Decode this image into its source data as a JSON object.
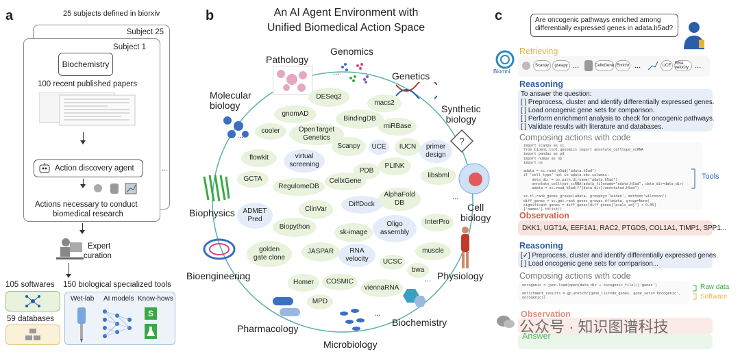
{
  "panel_a": {
    "label": "a",
    "top_text": "25 subjects defined in biorxiv",
    "subject_back": "Subject 25",
    "subject_front": "Subject 1",
    "biochem_label": "Biochemistry",
    "papers_text": "100 recent published papers",
    "agent_label": "Action discovery agent",
    "actions_text_1": "Actions necessary to conduct",
    "actions_text_2": "biomedical research",
    "dots": "...",
    "expert_1": "Expert",
    "expert_2": "curation",
    "softwares": "105 softwares",
    "databases": "59 databases",
    "tools_title": "150 biological specialized tools",
    "wetlab": "Wet-lab",
    "ai_models": "AI models",
    "knowhows": "Know-hows",
    "s_glyph": "S"
  },
  "panel_b": {
    "label": "b",
    "title_1": "An AI Agent Environment with",
    "title_2": "Unified Biomedical Action Space",
    "categories": {
      "pathology": "Pathology",
      "genomics": "Genomics",
      "genetics": "Genetics",
      "molecular": "Molecular\nbiology",
      "synthetic": "Synthetic\nbiology",
      "cellbio": "Cell\nbiology",
      "biophysics": "Biophysics",
      "bioengineering": "Bioengineering",
      "physiology": "Physiology",
      "pharmacology": "Pharmacology",
      "biochemistry": "Biochemistry",
      "microbiology": "Microbiology"
    },
    "tools": {
      "deseq2": "DESeq2",
      "macs2": "macs2",
      "gnomad": "gnomAD",
      "bindingdb": "BindingDB",
      "cooler": "cooler",
      "opentarget": "OpenTarget\nGenetics",
      "mirbase": "miRBase",
      "scanpy": "Scanpy",
      "uce": "UCE",
      "iucn": "IUCN",
      "primer": "primer\ndesign",
      "flowkit": "flowkit",
      "virtual": "virtual\nscreening",
      "pdb": "PDB",
      "plink": "PLINK",
      "libsbml": "libsbml",
      "gcta": "GCTA",
      "regulome": "RegulomeDB",
      "cellxgene": "CellxGene",
      "alphafold": "AlphaFold\nDB",
      "admet": "ADMET\nPred",
      "clinvar": "ClinVar",
      "diffdock": "DiffDock",
      "interpro": "InterPro",
      "biopython": "Biopython",
      "oligo": "Oligo\nassembly",
      "skimage": "sk-image",
      "golden": "golden\ngate clone",
      "jaspar": "JASPAR",
      "rnavel": "RNA\nvelocity",
      "ucsc": "UCSC",
      "muscle": "muscle",
      "bwa": "bwa",
      "homer": "Homer",
      "cosmic": "COSMIC",
      "viennarna": "viennaRNA",
      "mpd": "MPD"
    },
    "q_glyph": "?"
  },
  "panel_c": {
    "label": "c",
    "question": "Are oncogenic pathways enriched among differentially expressed genes in adata.h5ad?",
    "brand": "Biomni",
    "retrieving": "Retrieving",
    "chips": [
      "Scanpy",
      "gseapy",
      "CellxGene",
      "Enrichr",
      "UCE",
      "RNA velocity"
    ],
    "reasoning": "Reasoning",
    "to_answer": "To answer the question:",
    "steps": [
      "[  ] Preprocess, cluster and identify differentially expressed genes.",
      "[  ] Load oncogenic gene sets for comparison.",
      "[  ] Perform enrichment analysis to check for oncogenic pathways.",
      "[  ] Validate results with literature and databases."
    ],
    "composing": "Composing actions with code",
    "code_1": "import scanpy as sc\nfrom biomni.tool.genomics import annotate_celltype_scRNA\nimport pandas as pd\nimport numpy as np\nimport os\n\nadata = sc.read_h5ad(\"adata.h5ad\")\nif 'cell_type' not in adata.obs.columns:\n    data_dir = os.path.dirname(\"adata.h5ad\")\n    annotate_celltype_scRNA(adata_filename=\"adata.h5ad\", data_dir=data_dir)\n    adata = sc.read_h5ad(f\"{data_dir}/annotated.h5ad\")\n\nsc.tl.rank_genes_groups(adata, groupby='leiden', method='wilcoxon')\ndiff_genes = sc.get.rank_genes_groups_df(adata, group=None)\nsignificant_genes = diff_genes[diff_genes['pvals_adj'] < 0.05]\n['names'].tolist()",
    "tools_label": "Tools",
    "observation": "Observation",
    "obs_genes": "DKK1, UGT1A, EEF1A1, RAC2, PTGDS, COL1A1, TIMP1, SPP1...",
    "reasoning2": "Reasoning",
    "steps2": [
      "[✓] Preprocess, cluster and identify differentially expressed genes.",
      "[  ] Load oncogenic gene sets for comparison..."
    ],
    "composing2": "Composing actions with code",
    "code_2a": "oncogenic = json.load(open(data_dir + oncogenic_file))['genes']",
    "code_2b": "enrichment_results = gp.enrichr(gene_list=de_genes, gene_sets='Oncogenic',\noncogenic))",
    "raw_data": "Raw data",
    "software": "Software",
    "observation2": "Observation",
    "answer": "Answer",
    "watermark": "公众号 · 知识图谱科技"
  },
  "colors": {
    "blue": "#2a5ea8",
    "gold": "#e2b43a",
    "green": "#3aa845",
    "obs_bg": "#f8e2dc",
    "reason_bg": "#e8eef8",
    "tool_green": "#e8f2dc",
    "tool_blue": "#e3ecf8"
  }
}
